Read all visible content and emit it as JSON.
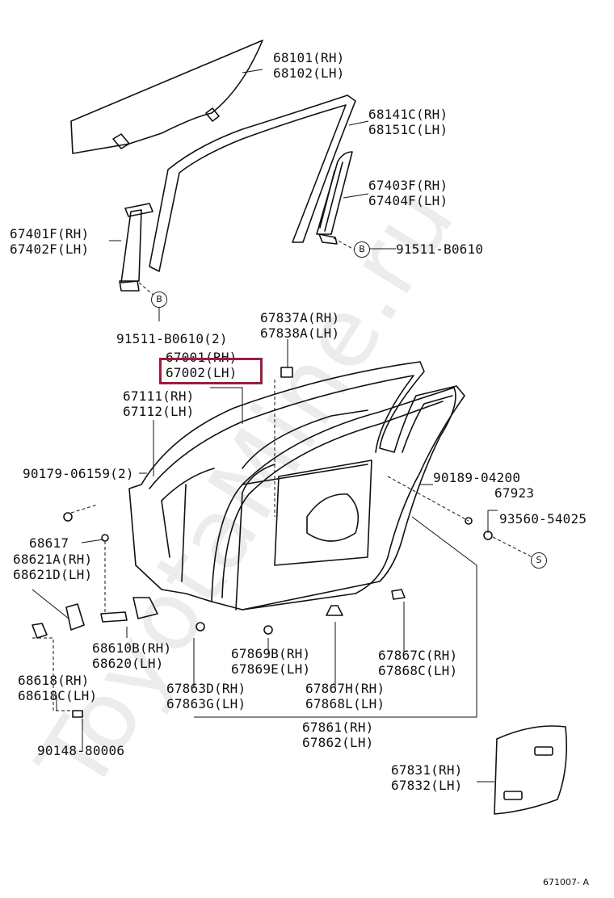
{
  "watermark": "ToyotaMine.ru",
  "reference_code": "671007- A",
  "highlight_color": "#a01c3c",
  "key_letters": {
    "b": "B",
    "s": "S"
  },
  "parts": {
    "glass": {
      "l1": "68101(RH)",
      "l2": "68102(LH)"
    },
    "run": {
      "l1": "68141C(RH)",
      "l2": "68151C(LH)"
    },
    "channel_rear": {
      "l1": "67403F(RH)",
      "l2": "67404F(LH)"
    },
    "bolt_rear": {
      "l1": "91511-B0610"
    },
    "channel_front": {
      "l1": "67401F(RH)",
      "l2": "67402F(LH)"
    },
    "bolt_front": {
      "l1": "91511-B0610(2)"
    },
    "clip_upper": {
      "l1": "67837A(RH)",
      "l2": "67838A(LH)"
    },
    "door_panel": {
      "l1": "67001(RH)",
      "l2": "67002(LH)"
    },
    "outer_panel": {
      "l1": "67111(RH)",
      "l2": "67112(LH)"
    },
    "screw_front": {
      "l1": "90179-06159(2)"
    },
    "screw_rear": {
      "l1": "90189-04200"
    },
    "stopper": {
      "l1": "67923"
    },
    "screw_s": {
      "l1": "93560-54025"
    },
    "pin": {
      "l1": "68617"
    },
    "hinge_upper": {
      "l1": "68621A(RH)",
      "l2": "68621D(LH)"
    },
    "check": {
      "l1": "68610B(RH)",
      "l2": "68620(LH)"
    },
    "hinge_lower": {
      "l1": "68618(RH)",
      "l2": "68618C(LH)"
    },
    "bolt_hinge": {
      "l1": "90148-80006"
    },
    "clip_b": {
      "l1": "67869B(RH)",
      "l2": "67869E(LH)"
    },
    "clip_c": {
      "l1": "67867C(RH)",
      "l2": "67868C(LH)"
    },
    "clip_d": {
      "l1": "67863D(RH)",
      "l2": "67863G(LH)"
    },
    "clip_h": {
      "l1": "67867H(RH)",
      "l2": "67868L(LH)"
    },
    "weatherstrip": {
      "l1": "67861(RH)",
      "l2": "67862(LH)"
    },
    "hole_cover": {
      "l1": "67831(RH)",
      "l2": "67832(LH)"
    }
  }
}
